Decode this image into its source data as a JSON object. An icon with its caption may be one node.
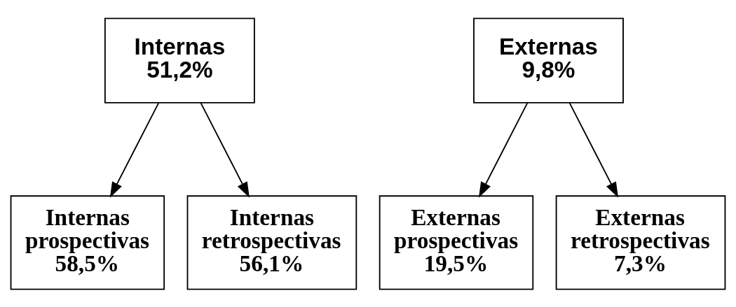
{
  "diagram": {
    "nodes": [
      {
        "text": [
          "Internas",
          "51,2%"
        ]
      },
      {
        "text": [
          "Externas",
          "9,8%"
        ]
      },
      {
        "text": [
          "Internas prospectivas",
          "58,5%"
        ]
      },
      {
        "text": [
          "Internas retrospectivas",
          "56,1%"
        ]
      },
      {
        "text": [
          "Externas prospectivas",
          "19,5%"
        ]
      },
      {
        "text": [
          "Externas retrospectivas",
          "7,3%"
        ]
      }
    ],
    "edges": [
      {
        "from": 0,
        "to": 2,
        "arrow": "to"
      },
      {
        "from": 0,
        "to": 3,
        "arrow": "to"
      },
      {
        "from": 1,
        "to": 4,
        "arrow": "to"
      },
      {
        "from": 1,
        "to": 5,
        "arrow": "to"
      }
    ]
  }
}
